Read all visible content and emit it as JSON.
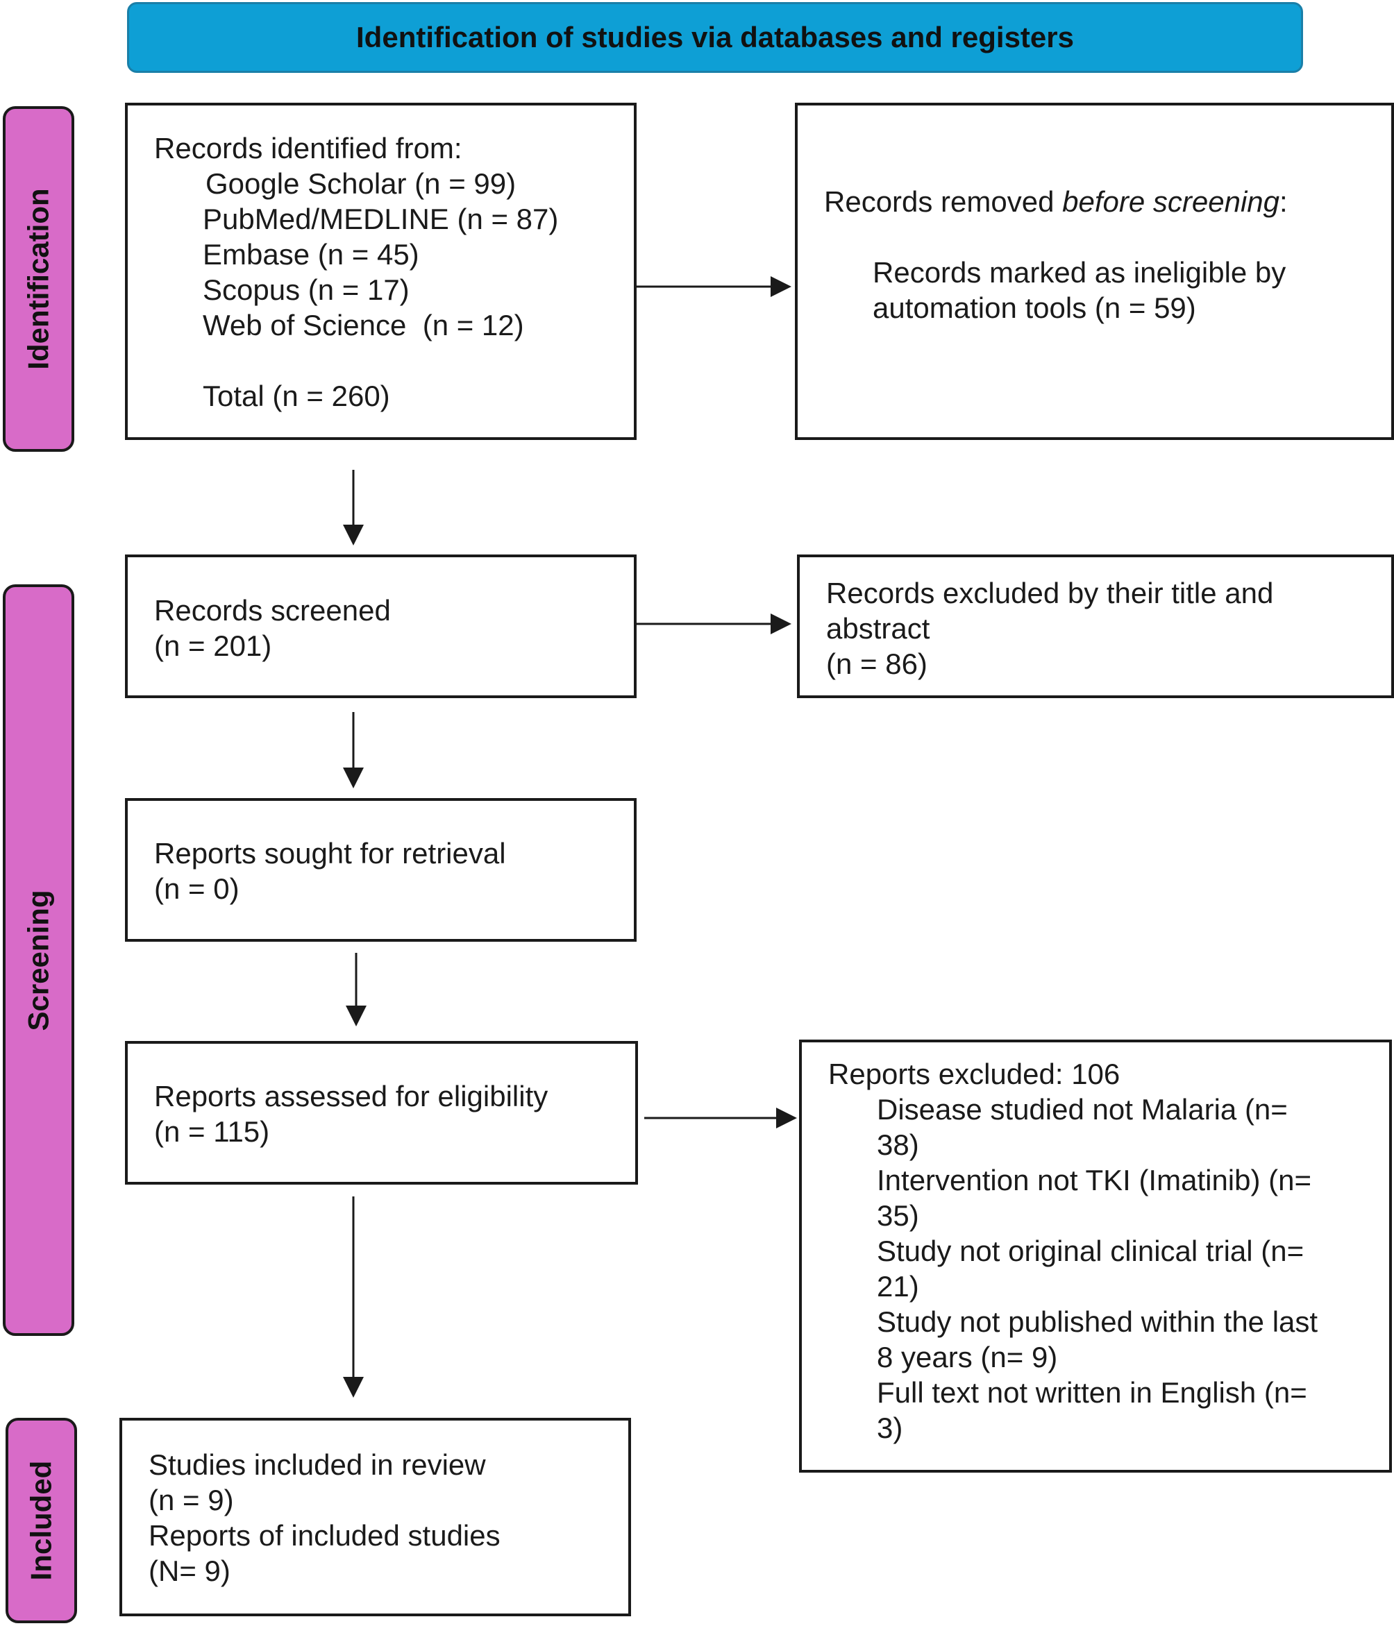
{
  "header": {
    "title": "Identification of studies via databases and registers"
  },
  "phases": {
    "identification": "Identification",
    "screening": "Screening",
    "included": "Included"
  },
  "identified": {
    "heading": "Records identified from:",
    "sources": [
      "Google Scholar (n = 99)",
      "PubMed/MEDLINE (n = 87)",
      "Embase (n = 45)",
      "Scopus (n = 17)",
      "Web of Science  (n = 12)"
    ],
    "total": "Total (n = 260)"
  },
  "removed": {
    "heading_prefix": "Records removed ",
    "heading_emphasis": "before screening",
    "heading_suffix": ":",
    "line1": "Records marked as ineligible by",
    "line2": "automation tools (n = 59)"
  },
  "screened": {
    "label": "Records screened",
    "count": "(n = 201)"
  },
  "excluded_title": {
    "line1": "Records excluded by their title and",
    "line2": "abstract",
    "line3": "(n = 86)"
  },
  "sought": {
    "label": "Reports sought for retrieval",
    "count": "(n = 0)"
  },
  "assessed": {
    "label": "Reports assessed for eligibility",
    "count": "(n = 115)"
  },
  "reports_excluded": {
    "heading": "Reports excluded: 106",
    "reasons": [
      "Disease studied not Malaria (n= 38)",
      "Intervention not TKI (Imatinib) (n= 35)",
      "Study not original clinical trial (n= 21)",
      "Study not published within the last 8 years (n= 9)",
      "Full text not written in English (n= 3)"
    ]
  },
  "included": {
    "studies_label": "Studies included in review",
    "studies_count": "(n = 9)",
    "reports_label": "Reports of included studies",
    "reports_count": "(N= 9)"
  }
}
